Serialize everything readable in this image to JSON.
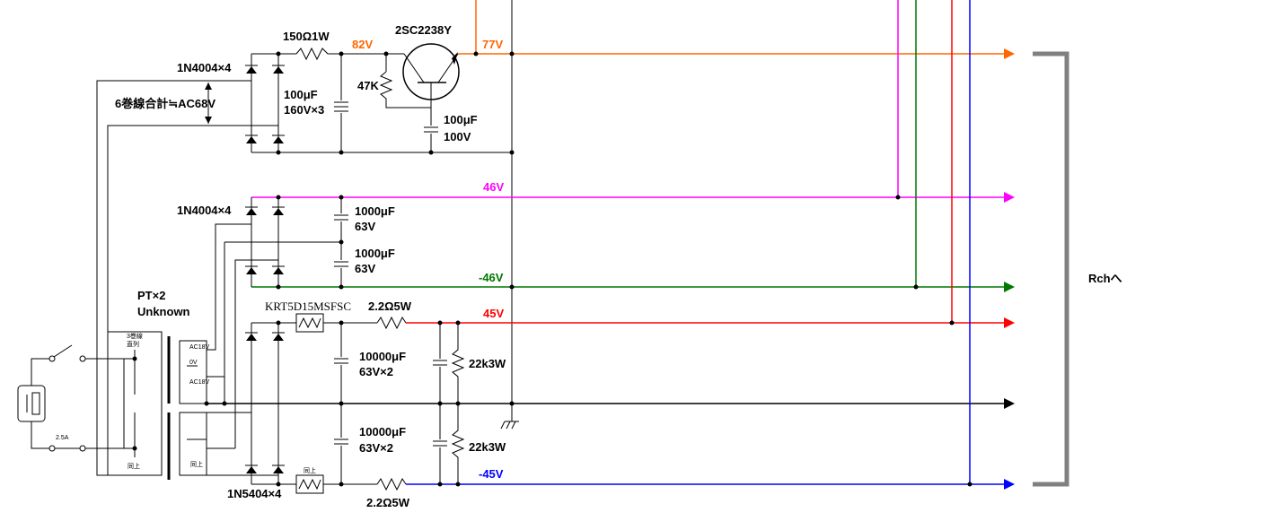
{
  "colors": {
    "wire": "#000000",
    "v82": "#ff6600",
    "v46": "#ff00ff",
    "vneg46": "#007700",
    "v45": "#ff0000",
    "vneg45": "#0000ff",
    "bracket": "#808080"
  },
  "labels": {
    "res_150": "150Ω1W",
    "transistor": "2SC2238Y",
    "v82": "82V",
    "v77": "77V",
    "diodes_top": "1N4004×4",
    "winding_note": "6巻線合計≒AC68V",
    "res_47k": "47K",
    "cap_100_l1": "100μF",
    "cap_100_l2": "160V×3",
    "cap_100b_l1": "100μF",
    "cap_100b_l2": "100V",
    "v46": "46V",
    "diodes_mid": "1N4004×4",
    "cap_1000a_l1": "1000μF",
    "cap_1000a_l2": "63V",
    "cap_1000b_l1": "1000μF",
    "cap_1000b_l2": "63V",
    "vneg46": "-46V",
    "pt_l1": "PT×2",
    "pt_l2": "Unknown",
    "thermistor": "KRT5D15MSFSC",
    "res_22_top": "2.2Ω5W",
    "v45": "45V",
    "winding_series_l1": "3巻線",
    "winding_series_l2": "直列",
    "sec_ac18_top": "AC18V",
    "sec_0v": "0V",
    "sec_ac18_bot": "AC18V",
    "cap_10000a_l1": "10000μF",
    "cap_10000a_l2": "63V×2",
    "res_22k_top": "22k3W",
    "fuse": "2.5A",
    "cap_10000b_l1": "10000μF",
    "cap_10000b_l2": "63V×2",
    "res_22k_bot": "22k3W",
    "same_left": "同上",
    "same_right": "同上",
    "same_thermistor": "同上",
    "vneg45": "-45V",
    "diodes_bot": "1N5404×4",
    "res_22_bot": "2.2Ω5W",
    "rch": "Rchへ"
  }
}
